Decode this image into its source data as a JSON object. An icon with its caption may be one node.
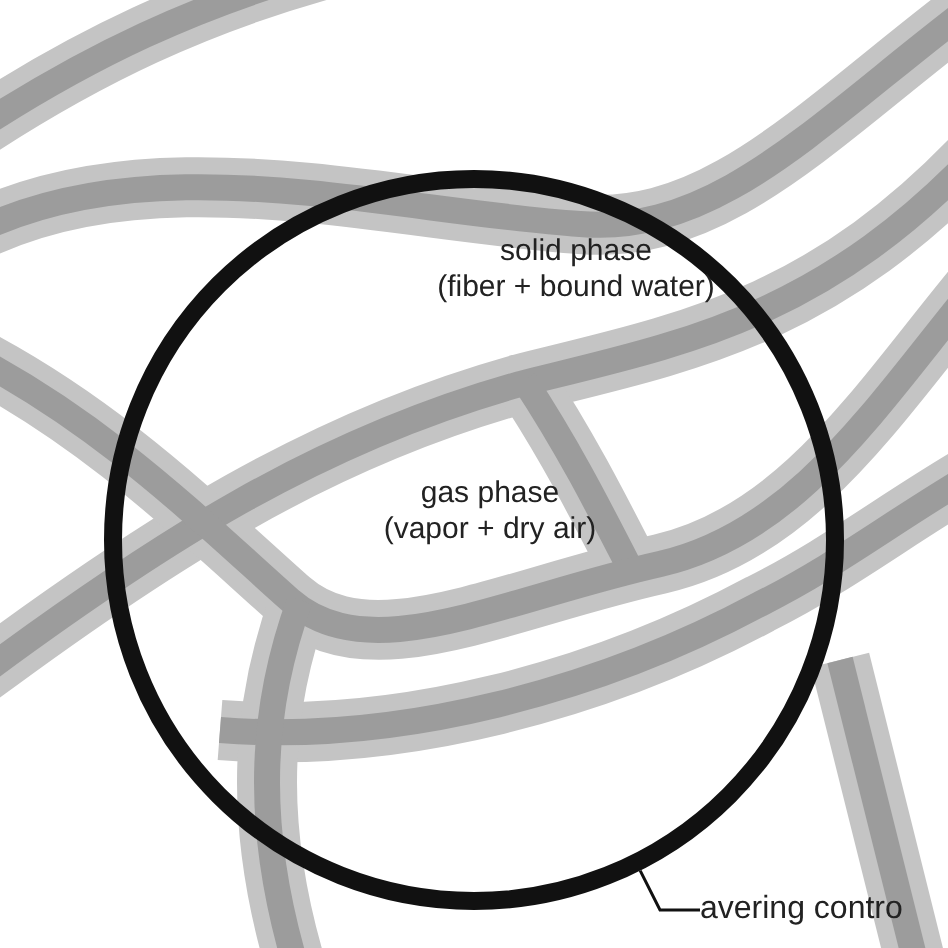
{
  "diagram": {
    "nodes": [
      {
        "text": [],
        "shape": "circle"
      },
      {
        "text": [
          "avering contro"
        ]
      }
    ],
    "edges": [
      {
        "from": 1,
        "to": 0,
        "arrow": "none"
      }
    ],
    "labels": [
      "solid phase",
      "(fiber + bound water)",
      "gas phase",
      "(vapor + dry air)"
    ]
  }
}
